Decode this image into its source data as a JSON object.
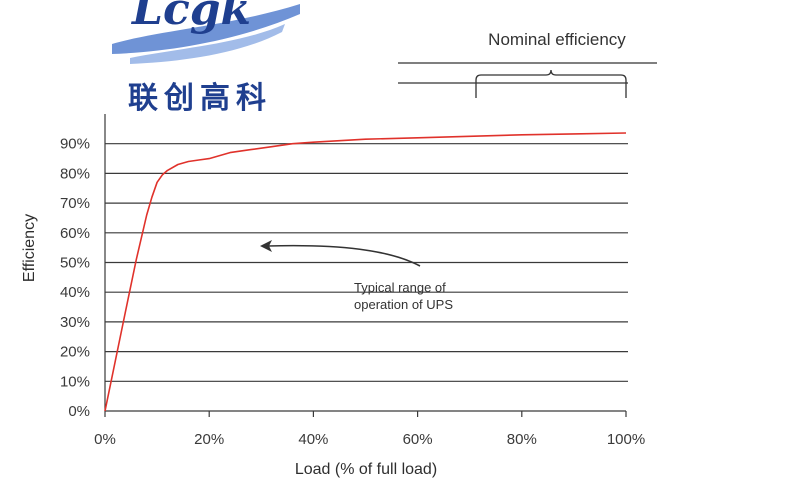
{
  "logo": {
    "latin": "Lcgk",
    "chinese": "联创高科",
    "color": "#1f3f8f",
    "accent": "#e0322b"
  },
  "chart_data": {
    "type": "line",
    "xlabel": "Load (% of full load)",
    "ylabel": "Efficiency",
    "xlim": [
      0,
      100
    ],
    "ylim": [
      0,
      100
    ],
    "x_ticks": [
      "0%",
      "20%",
      "40%",
      "60%",
      "80%",
      "100%"
    ],
    "y_ticks": [
      "0%",
      "10%",
      "20%",
      "30%",
      "40%",
      "50%",
      "60%",
      "70%",
      "80%",
      "90%"
    ],
    "grid": "horizontal",
    "series": [
      {
        "color": "#e0322b",
        "x": [
          0,
          2,
          4,
          6,
          8,
          9,
          10,
          11,
          12,
          14,
          16,
          18,
          20,
          22,
          24,
          28,
          32,
          36,
          40,
          50,
          60,
          70,
          80,
          90,
          100
        ],
        "y": [
          0,
          17,
          34,
          51,
          66,
          72,
          77,
          79.5,
          81,
          83,
          84,
          84.5,
          85,
          86,
          87,
          88,
          89,
          90,
          90.5,
          91.5,
          92,
          92.5,
          93,
          93.3,
          93.6
        ]
      }
    ],
    "annotations": {
      "typical_range_line1": "Typical range of",
      "typical_range_line2": "operation of UPS",
      "nominal": "Nominal efficiency"
    }
  }
}
